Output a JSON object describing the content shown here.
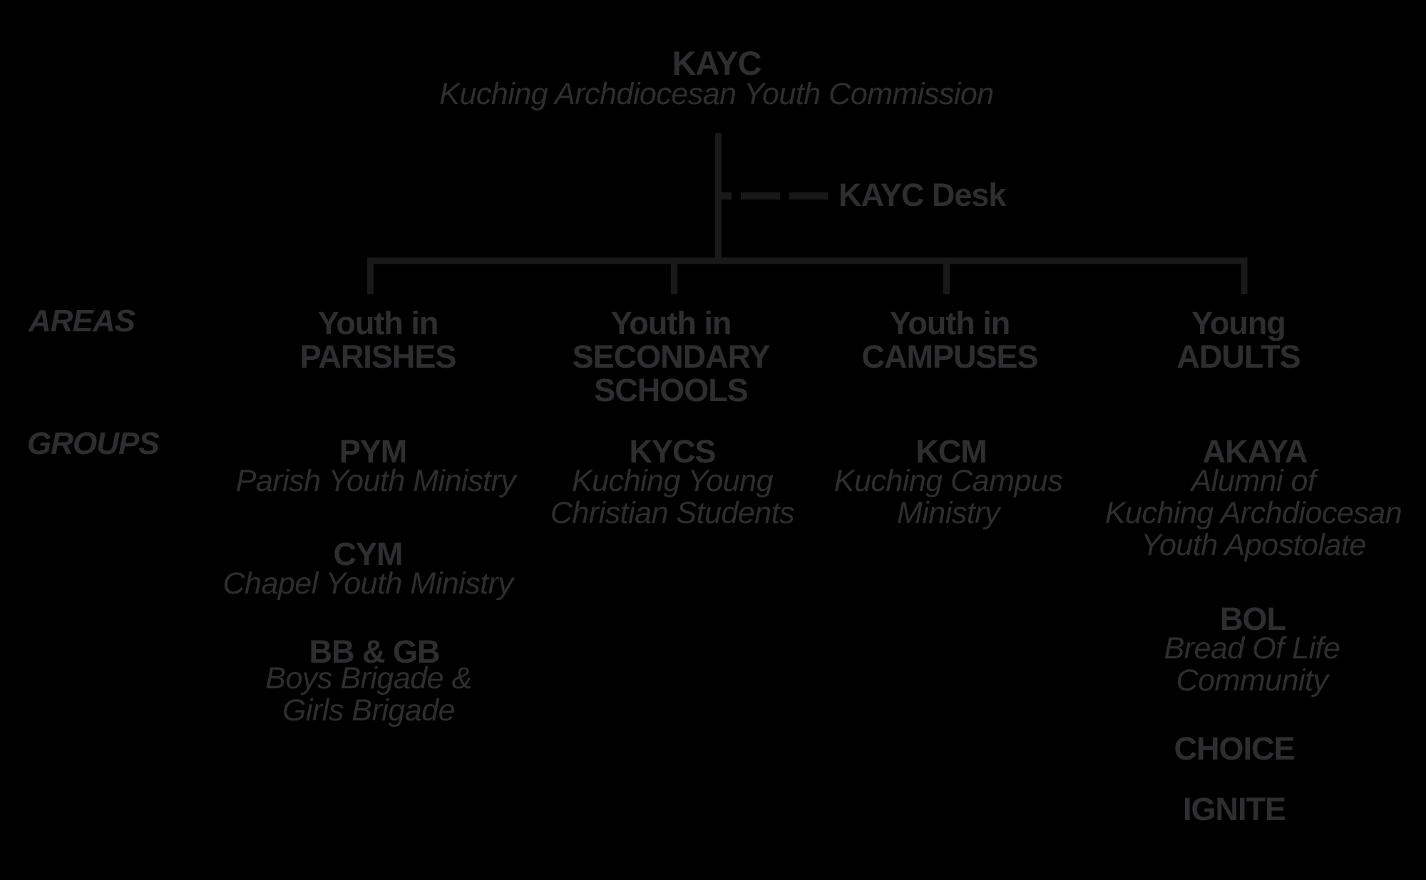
{
  "palette": {
    "background": "#000000",
    "text": "#2e2e30",
    "line": "#19191a"
  },
  "root": {
    "acronym": "KAYC",
    "full_name": "Kuching Archdiocesan Youth Commission"
  },
  "desk_label": "KAYC Desk",
  "side_labels": {
    "areas": "AREAS",
    "groups": "GROUPS"
  },
  "areas": [
    {
      "name_lines": [
        "Youth in",
        "PARISHES"
      ],
      "groups": [
        {
          "acronym": "PYM",
          "full": [
            "Parish Youth Ministry"
          ]
        },
        {
          "acronym": "CYM",
          "full": [
            "Chapel Youth Ministry"
          ]
        },
        {
          "acronym": "BB & GB",
          "full": [
            "Boys Brigade &",
            "Girls Brigade"
          ]
        }
      ]
    },
    {
      "name_lines": [
        "Youth in",
        "SECONDARY",
        "SCHOOLS"
      ],
      "groups": [
        {
          "acronym": "KYCS",
          "full": [
            "Kuching Young",
            "Christian Students"
          ]
        }
      ]
    },
    {
      "name_lines": [
        "Youth in",
        "CAMPUSES"
      ],
      "groups": [
        {
          "acronym": "KCM",
          "full": [
            "Kuching Campus",
            "Ministry"
          ]
        }
      ]
    },
    {
      "name_lines": [
        "Young",
        "ADULTS"
      ],
      "groups": [
        {
          "acronym": "AKAYA",
          "full": [
            "Alumni of",
            "Kuching Archdiocesan",
            "Youth Apostolate"
          ]
        },
        {
          "acronym": "BOL",
          "full": [
            "Bread Of Life",
            "Community"
          ]
        },
        {
          "acronym": "CHOICE",
          "full": []
        },
        {
          "acronym": "IGNITE",
          "full": []
        }
      ]
    }
  ]
}
